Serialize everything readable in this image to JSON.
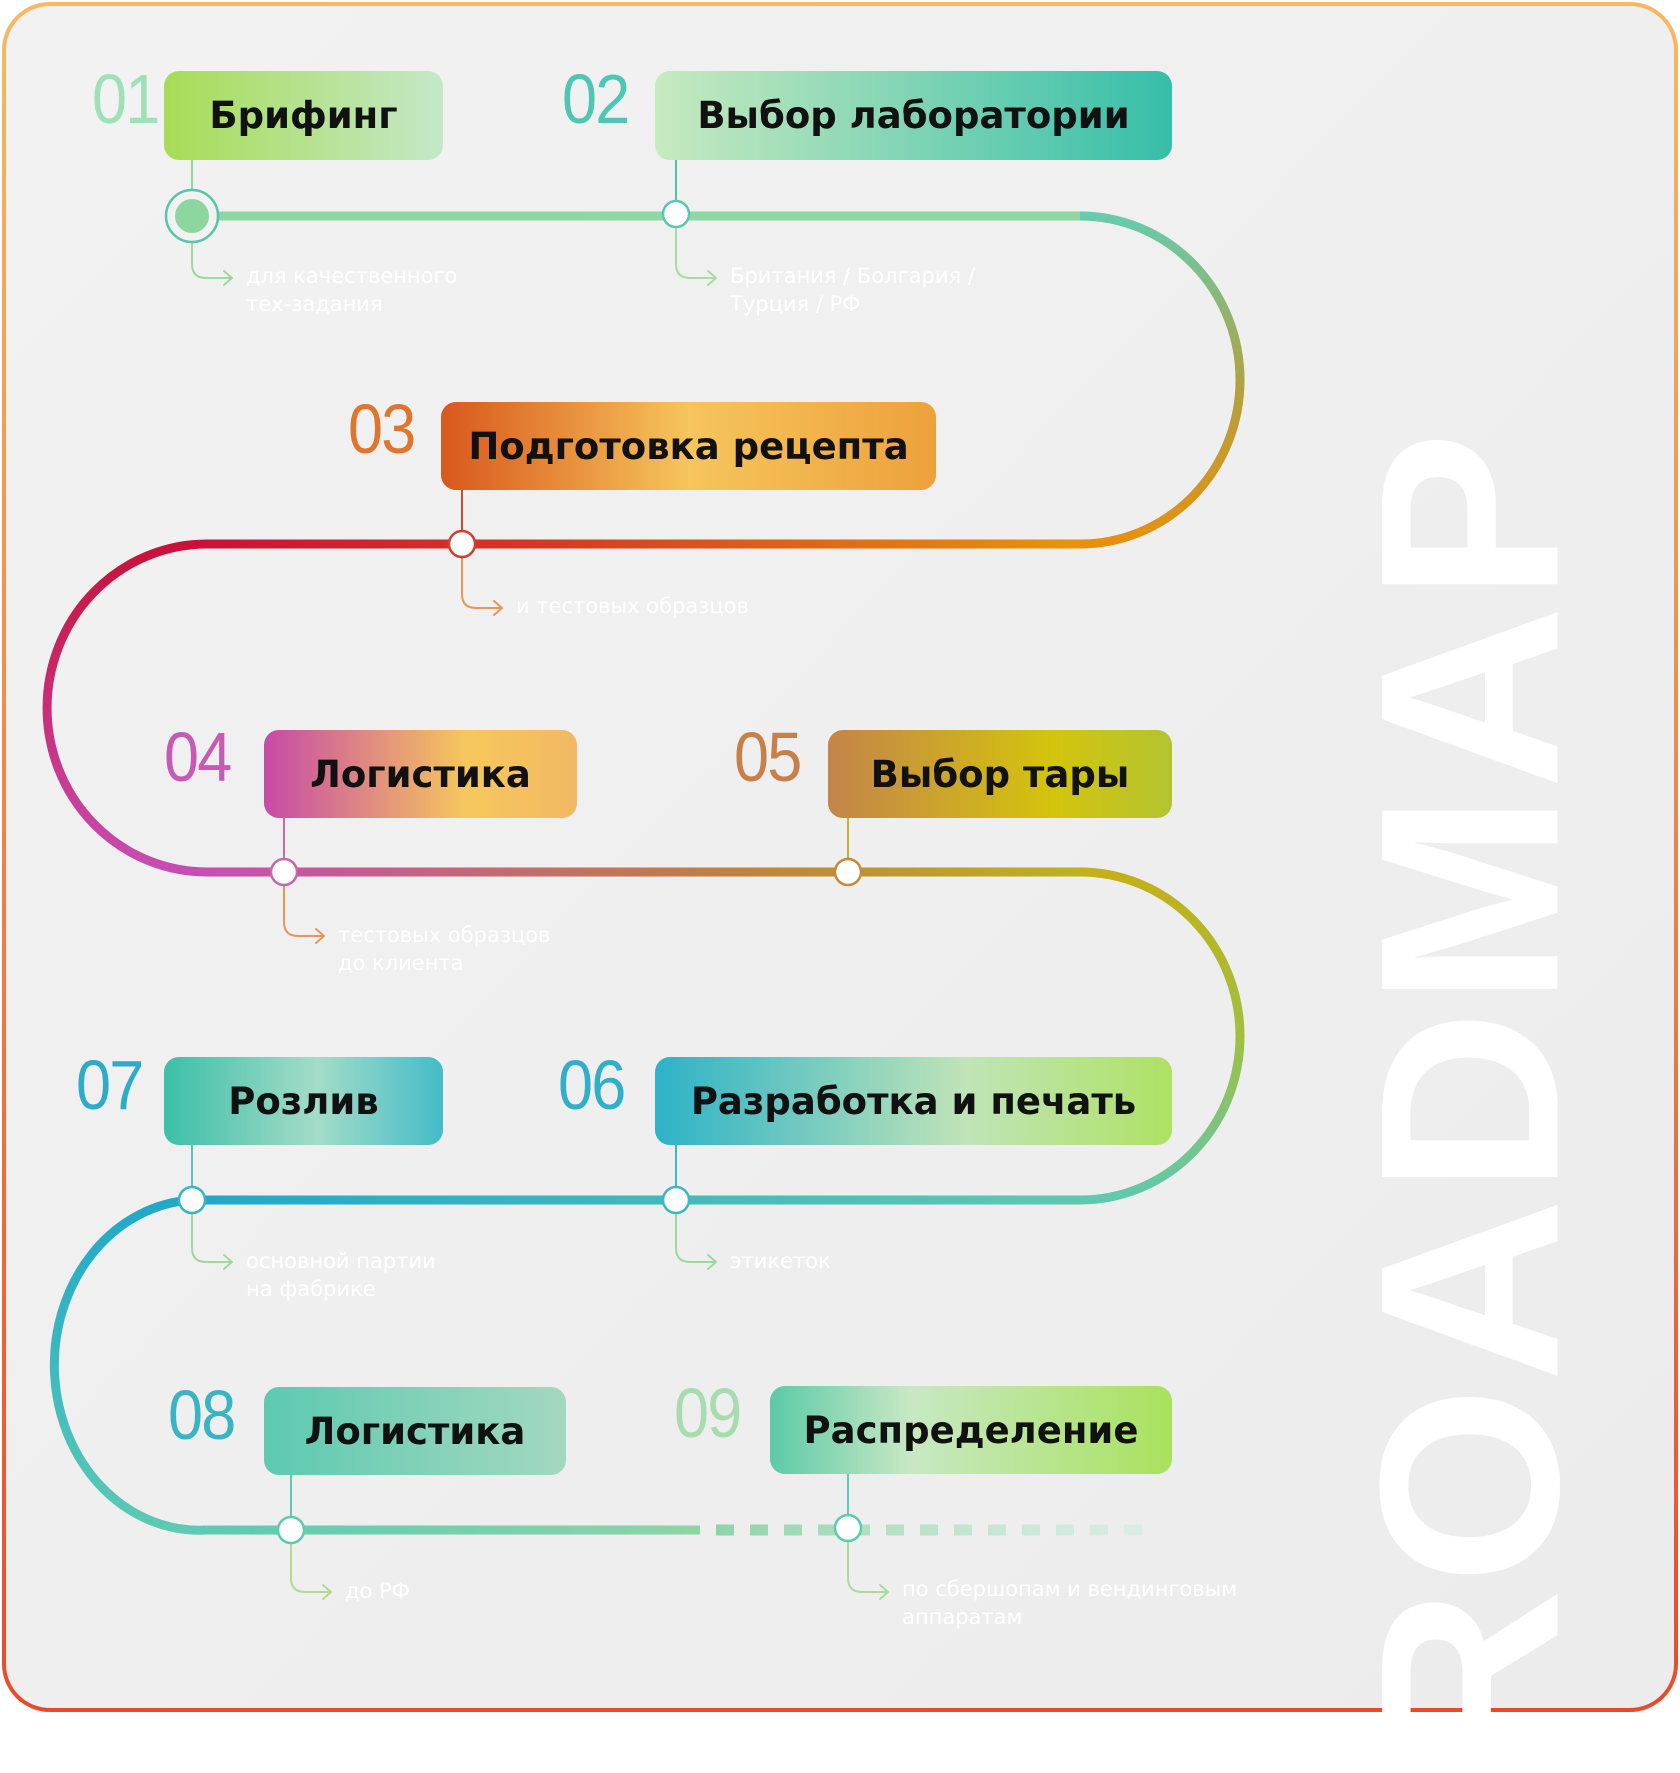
{
  "title": "ROADMAP",
  "steps": [
    {
      "num": "01",
      "label": "Брифинг",
      "note1": "для качественного",
      "note2": "тех-задания"
    },
    {
      "num": "02",
      "label": "Выбор лаборатории",
      "note1": "Британия / Болгария /",
      "note2": "Турция / РФ"
    },
    {
      "num": "03",
      "label": "Подготовка рецепта",
      "note1": "и тестовых образцов",
      "note2": ""
    },
    {
      "num": "04",
      "label": "Логистика",
      "note1": "тестовых образцов",
      "note2": "до клиента"
    },
    {
      "num": "05",
      "label": "Выбор тары",
      "note1": "",
      "note2": ""
    },
    {
      "num": "06",
      "label": "Разработка и печать",
      "note1": "этикеток",
      "note2": ""
    },
    {
      "num": "07",
      "label": "Розлив",
      "note1": "основной партии",
      "note2": "на фабрике"
    },
    {
      "num": "08",
      "label": "Логистика",
      "note1": "до РФ",
      "note2": ""
    },
    {
      "num": "09",
      "label": "Распределение",
      "note1": "по сбершопам и вендинговым",
      "note2": "аппаратам"
    }
  ],
  "colors": {
    "green": "#8fd6a0",
    "teal": "#3ec1b0",
    "orange": "#e06a1e",
    "red": "#c8113a",
    "magenta": "#c34ab0",
    "olive": "#b9b528",
    "cyan": "#22a9c8"
  }
}
